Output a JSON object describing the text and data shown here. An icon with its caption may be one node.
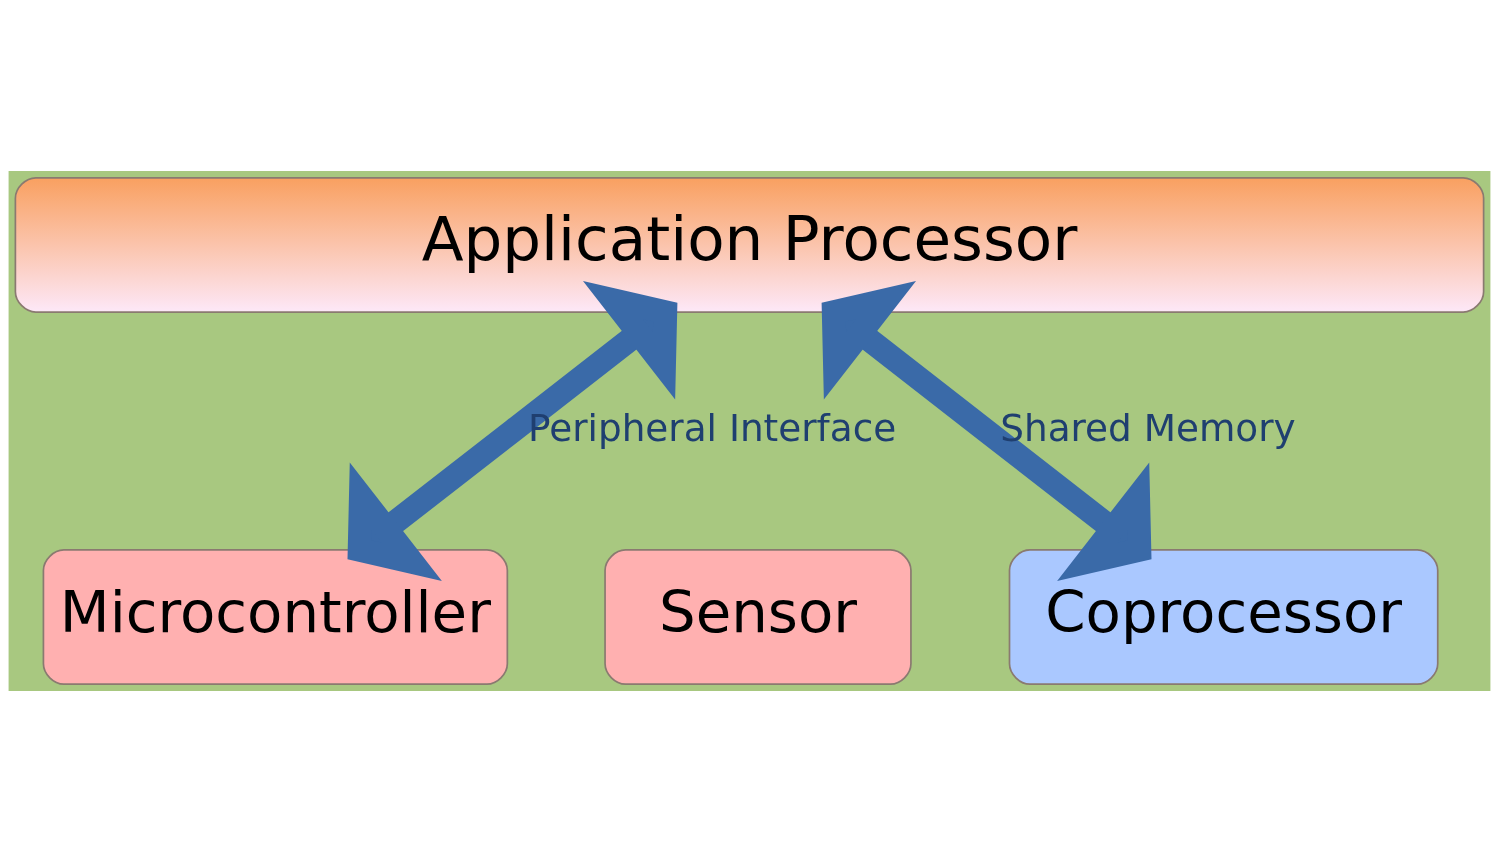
{
  "diagram": {
    "nodes": [
      {
        "text": [
          "Application Processor"
        ]
      },
      {
        "text": [
          "Microcontroller"
        ]
      },
      {
        "text": [
          "Sensor"
        ]
      },
      {
        "text": [
          "Coprocessor"
        ]
      }
    ],
    "edges": [
      {
        "from": 0,
        "to": 1,
        "arrow": "both",
        "label": "Peripheral Interface"
      },
      {
        "from": 0,
        "to": 3,
        "arrow": "both",
        "label": "Shared Memory"
      }
    ]
  }
}
